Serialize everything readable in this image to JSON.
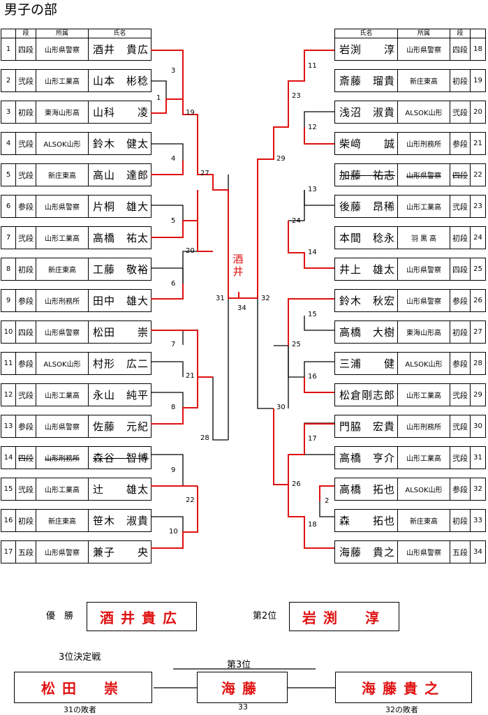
{
  "title": "男子の部",
  "header": {
    "rank": "段",
    "affiliation": "所属",
    "name": "氏名"
  },
  "left_players": [
    {
      "no": "1",
      "rank": "四段",
      "aff": "山形県警察",
      "name": "酒井　貴広"
    },
    {
      "no": "2",
      "rank": "弐段",
      "aff": "山形工業高",
      "name": "山本　彬稔"
    },
    {
      "no": "3",
      "rank": "初段",
      "aff": "東海山形高",
      "name": "山科　　凌"
    },
    {
      "no": "4",
      "rank": "弐段",
      "aff": "ALSOK山形",
      "name": "鈴木　健太"
    },
    {
      "no": "5",
      "rank": "弐段",
      "aff": "新庄東高",
      "name": "高山　達郎"
    },
    {
      "no": "6",
      "rank": "参段",
      "aff": "山形県警察",
      "name": "片桐　雄大"
    },
    {
      "no": "7",
      "rank": "弐段",
      "aff": "山形工業高",
      "name": "高橋　祐太"
    },
    {
      "no": "8",
      "rank": "初段",
      "aff": "新庄東高",
      "name": "工藤　敬裕"
    },
    {
      "no": "9",
      "rank": "参段",
      "aff": "山形刑務所",
      "name": "田中　雄大"
    },
    {
      "no": "10",
      "rank": "四段",
      "aff": "山形県警察",
      "name": "松田　　崇"
    },
    {
      "no": "11",
      "rank": "参段",
      "aff": "ALSOK山形",
      "name": "村形　広二"
    },
    {
      "no": "12",
      "rank": "弐段",
      "aff": "山形工業高",
      "name": "永山　純平"
    },
    {
      "no": "13",
      "rank": "参段",
      "aff": "山形県警察",
      "name": "佐藤　元紀"
    },
    {
      "no": "14",
      "rank": "四段",
      "aff": "山形刑務所",
      "name": "森谷　智博"
    },
    {
      "no": "15",
      "rank": "弐段",
      "aff": "山形工業高",
      "name": "辻　　雄太"
    },
    {
      "no": "16",
      "rank": "初段",
      "aff": "新庄東高",
      "name": "笹木　淑貴"
    },
    {
      "no": "17",
      "rank": "五段",
      "aff": "山形県警察",
      "name": "兼子　　央"
    }
  ],
  "right_players": [
    {
      "no": "18",
      "rank": "四段",
      "aff": "山形県警察",
      "name": "岩渕　　淳"
    },
    {
      "no": "19",
      "rank": "初段",
      "aff": "新庄東高",
      "name": "斎藤　瑠貴"
    },
    {
      "no": "20",
      "rank": "弐段",
      "aff": "ALSOK山形",
      "name": "浅沼　淑貴"
    },
    {
      "no": "21",
      "rank": "参段",
      "aff": "山形刑務所",
      "name": "柴﨑　　誠"
    },
    {
      "no": "22",
      "rank": "四段",
      "aff": "山形県警察",
      "name": "加藤　祐志"
    },
    {
      "no": "23",
      "rank": "弐段",
      "aff": "山形工業高",
      "name": "後藤　昂稀"
    },
    {
      "no": "24",
      "rank": "初段",
      "aff": "羽 黒 高",
      "name": "本間　稔永"
    },
    {
      "no": "25",
      "rank": "四段",
      "aff": "山形県警察",
      "name": "井上　雄太"
    },
    {
      "no": "26",
      "rank": "参段",
      "aff": "山形県警察",
      "name": "鈴木　秋宏"
    },
    {
      "no": "27",
      "rank": "初段",
      "aff": "東海山形高",
      "name": "高橋　大樹"
    },
    {
      "no": "28",
      "rank": "参段",
      "aff": "ALSOK山形",
      "name": "三浦　　健"
    },
    {
      "no": "29",
      "rank": "弐段",
      "aff": "山形工業高",
      "name": "松倉剛志郎"
    },
    {
      "no": "30",
      "rank": "弐段",
      "aff": "山形刑務所",
      "name": "門脇　宏貴"
    },
    {
      "no": "31",
      "rank": "弐段",
      "aff": "山形工業高",
      "name": "高橋　亨介"
    },
    {
      "no": "32",
      "rank": "参段",
      "aff": "ALSOK山形",
      "name": "高橋　拓也"
    },
    {
      "no": "33",
      "rank": "初段",
      "aff": "新庄東高",
      "name": "森　　拓也"
    },
    {
      "no": "34",
      "rank": "五段",
      "aff": "山形県警察",
      "name": "海藤　貴之"
    }
  ],
  "match_numbers": {
    "m1": "1",
    "m2": "2",
    "m3": "3",
    "m4": "4",
    "m5": "5",
    "m6": "6",
    "m7": "7",
    "m8": "8",
    "m9": "9",
    "m10": "10",
    "m11": "11",
    "m12": "12",
    "m13": "13",
    "m14": "14",
    "m15": "15",
    "m16": "16",
    "m17": "17",
    "m18": "18",
    "m19": "19",
    "m20": "20",
    "m21": "21",
    "m22": "22",
    "m23": "23",
    "m24": "24",
    "m25": "25",
    "m26": "26",
    "m27": "27",
    "m28": "28",
    "m29": "29",
    "m30": "30",
    "m31": "31",
    "m32": "32",
    "m34": "34"
  },
  "final_winner_mark": "酒井",
  "results": {
    "champion_label": "優　勝",
    "champion_name": "酒井貴広",
    "second_label": "第2位",
    "second_name": "岩渕　淳",
    "third_match_label": "3位決定戦",
    "third_label": "第3位",
    "third_left": "松田　崇",
    "third_center": "海藤",
    "third_right": "海藤貴之",
    "left_caption": "31の敗者",
    "center_caption": "33",
    "right_caption": "32の敗者"
  },
  "colors": {
    "winner_line": "#e01010",
    "line": "#000000",
    "text_red": "#e01010"
  }
}
